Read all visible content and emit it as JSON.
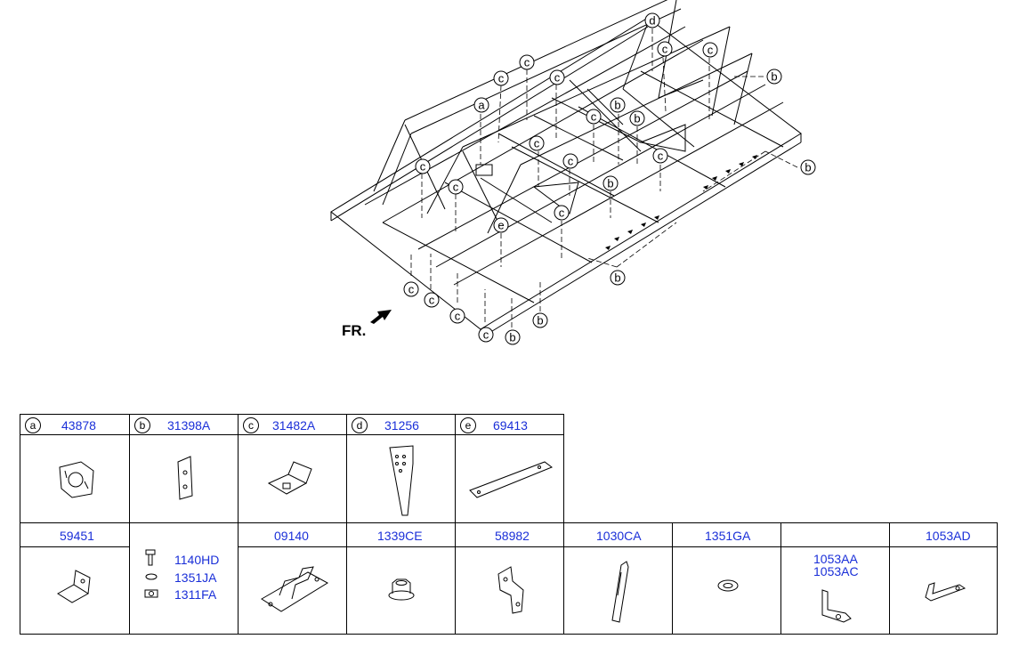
{
  "front_label": "FR.",
  "callouts": [
    "a",
    "b",
    "c",
    "d",
    "e"
  ],
  "parts_row1": [
    {
      "letter": "a",
      "part_no": "43878",
      "icon": "bracket-a-icon"
    },
    {
      "letter": "b",
      "part_no": "31398A",
      "icon": "bracket-b-icon"
    },
    {
      "letter": "c",
      "part_no": "31482A",
      "icon": "bracket-c-icon"
    },
    {
      "letter": "d",
      "part_no": "31256",
      "icon": "bracket-d-icon"
    },
    {
      "letter": "e",
      "part_no": "69413",
      "icon": "strip-e-icon"
    }
  ],
  "parts_row2": [
    {
      "part_no": "59451",
      "icon": "angle-bracket-icon"
    },
    {
      "fasteners": [
        "1140HD",
        "1351JA",
        "1311FA"
      ]
    },
    {
      "part_no": "09140",
      "icon": "clip-bracket-icon"
    },
    {
      "part_no": "1339CE",
      "icon": "flange-nut-icon"
    },
    {
      "part_no": "58982",
      "icon": "z-bracket-icon"
    },
    {
      "part_no": "1030CA",
      "icon": "long-clip-icon"
    },
    {
      "part_no": "1351GA",
      "icon": "washer-icon"
    },
    {
      "part_no_a": "1053AA",
      "part_no_b": "1053AC",
      "icon": "l-clip-icon"
    },
    {
      "part_no": "1053AD",
      "icon": "flat-bracket-icon"
    }
  ]
}
